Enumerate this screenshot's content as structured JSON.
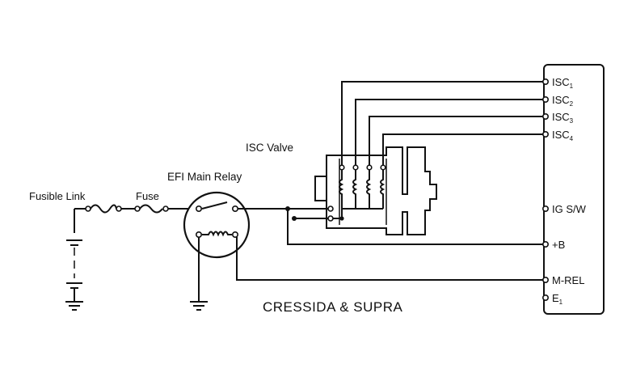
{
  "labels": {
    "fusible_link": "Fusible Link",
    "fuse": "Fuse",
    "efi_main_relay": "EFI Main Relay",
    "isc_valve": "ISC Valve",
    "caption": "CRESSIDA & SUPRA"
  },
  "ecu_terminals": [
    {
      "id": "isc1",
      "base": "ISC",
      "sub": "1"
    },
    {
      "id": "isc2",
      "base": "ISC",
      "sub": "2"
    },
    {
      "id": "isc3",
      "base": "ISC",
      "sub": "3"
    },
    {
      "id": "isc4",
      "base": "ISC",
      "sub": "4"
    },
    {
      "id": "igsw",
      "base": "IG S/W",
      "sub": ""
    },
    {
      "id": "plusb",
      "base": "+B",
      "sub": ""
    },
    {
      "id": "mrel",
      "base": "M-REL",
      "sub": ""
    },
    {
      "id": "e1",
      "base": "E",
      "sub": "1"
    }
  ]
}
